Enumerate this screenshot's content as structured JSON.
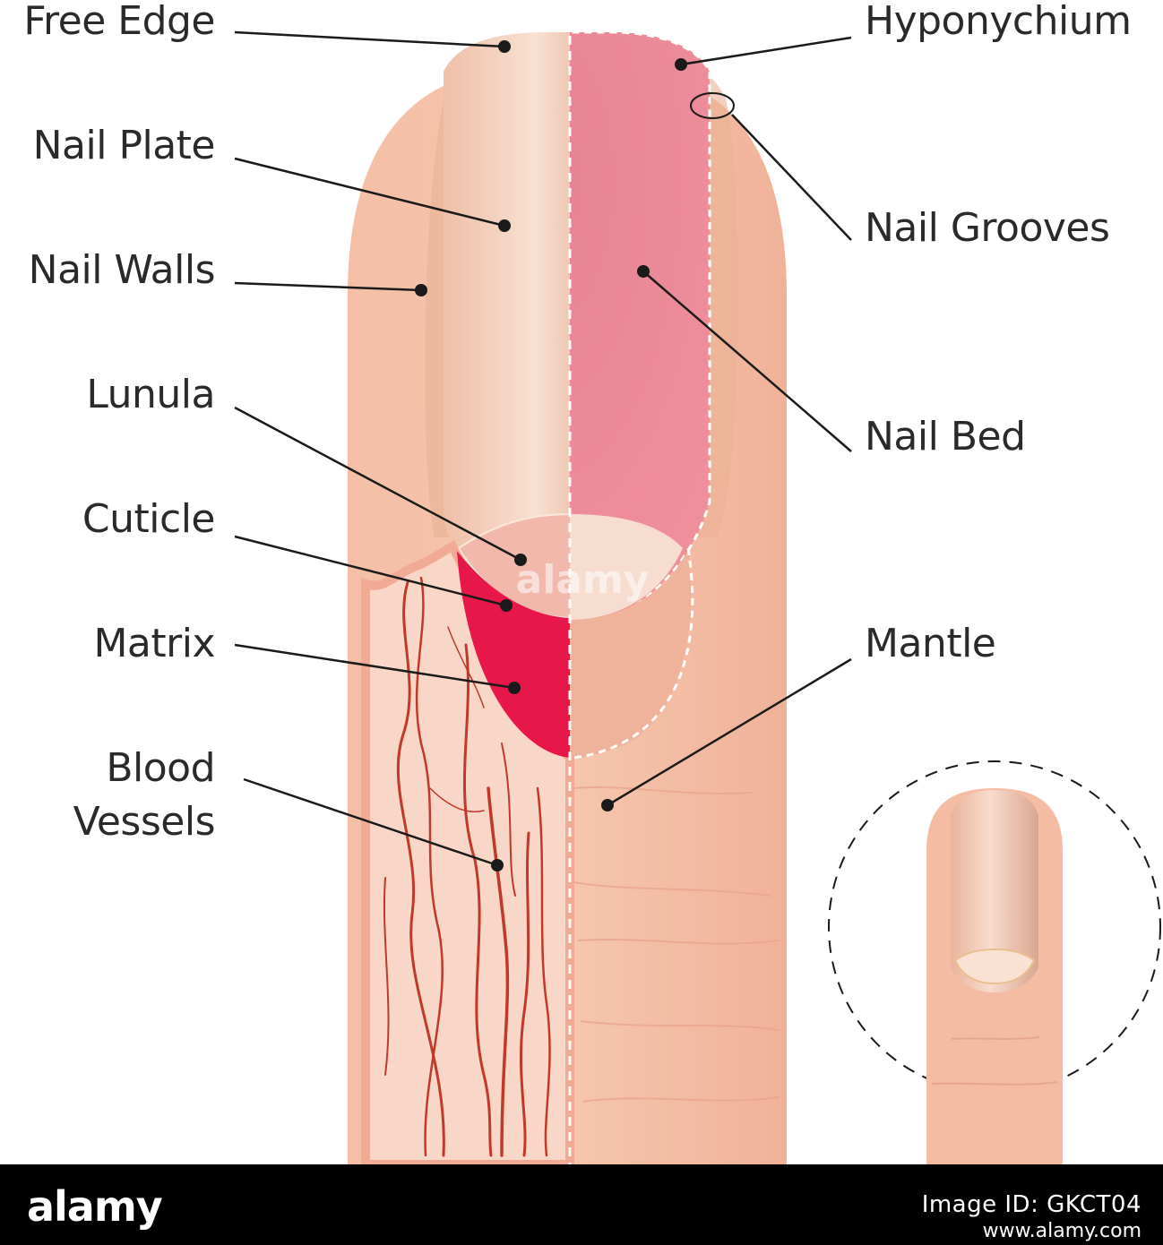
{
  "labels": {
    "free_edge": "Free Edge",
    "nail_plate": "Nail Plate",
    "nail_walls": "Nail Walls",
    "lunula": "Lunula",
    "cuticle": "Cuticle",
    "matrix": "Matrix",
    "blood_vessels_line1": "Blood",
    "blood_vessels_line2": "Vessels",
    "hyponychium": "Hyponychium",
    "nail_grooves": "Nail Grooves",
    "nail_bed": "Nail Bed",
    "mantle": "Mantle"
  },
  "watermark": "alamy",
  "footer": {
    "logo": "alamy",
    "image_id": "Image ID: GKCT04",
    "site": "www.alamy.com"
  },
  "colors": {
    "skin": "#f2b9a0",
    "skin_light": "#f8d3c1",
    "nail_bed": "#ee8c9a",
    "matrix": "#e8174a",
    "vessel": "#c0392b",
    "leader": "#1a1a1a"
  }
}
